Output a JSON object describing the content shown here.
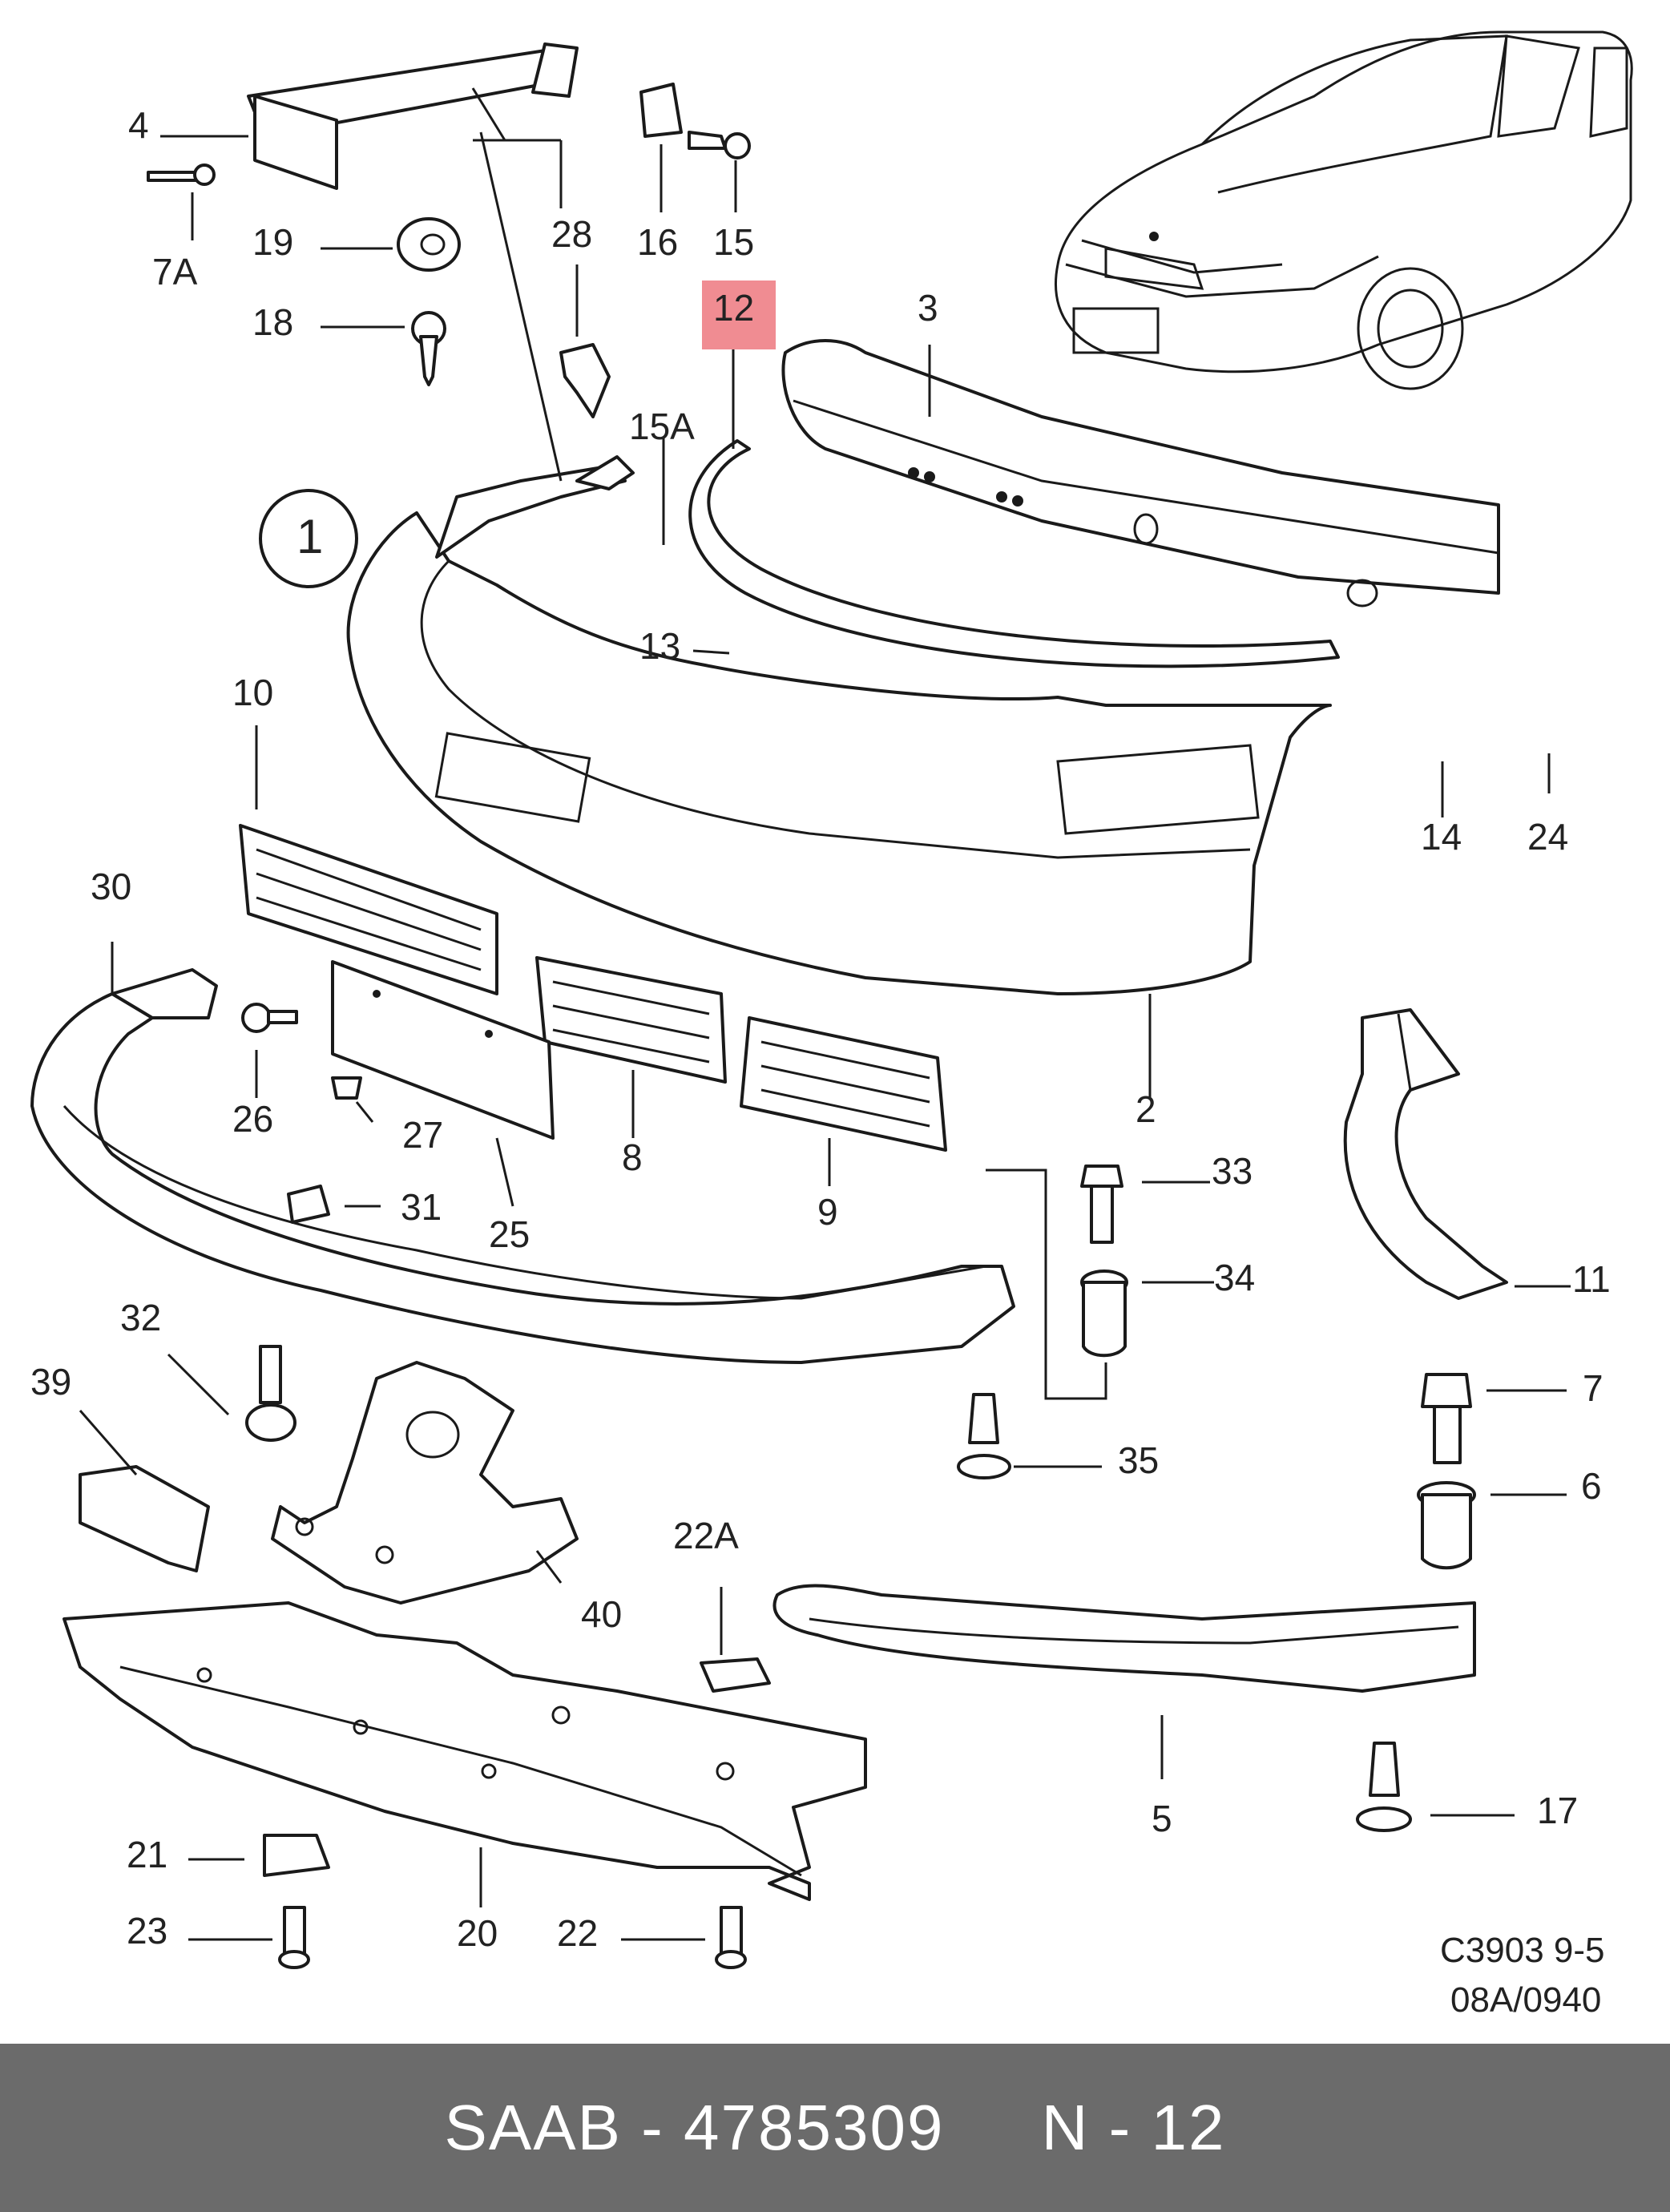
{
  "diagram": {
    "callouts": [
      {
        "id": "4",
        "label": "4"
      },
      {
        "id": "7A",
        "label": "7A"
      },
      {
        "id": "19",
        "label": "19"
      },
      {
        "id": "18",
        "label": "18"
      },
      {
        "id": "28",
        "label": "28"
      },
      {
        "id": "16",
        "label": "16"
      },
      {
        "id": "15",
        "label": "15"
      },
      {
        "id": "12",
        "label": "12"
      },
      {
        "id": "3",
        "label": "3"
      },
      {
        "id": "15A",
        "label": "15A"
      },
      {
        "id": "1",
        "label": "1"
      },
      {
        "id": "13",
        "label": "13"
      },
      {
        "id": "10",
        "label": "10"
      },
      {
        "id": "14",
        "label": "14"
      },
      {
        "id": "24",
        "label": "24"
      },
      {
        "id": "30",
        "label": "30"
      },
      {
        "id": "26",
        "label": "26"
      },
      {
        "id": "27",
        "label": "27"
      },
      {
        "id": "8",
        "label": "8"
      },
      {
        "id": "2",
        "label": "2"
      },
      {
        "id": "25",
        "label": "25"
      },
      {
        "id": "9",
        "label": "9"
      },
      {
        "id": "33",
        "label": "33"
      },
      {
        "id": "31",
        "label": "31"
      },
      {
        "id": "34",
        "label": "34"
      },
      {
        "id": "11",
        "label": "11"
      },
      {
        "id": "32",
        "label": "32"
      },
      {
        "id": "39",
        "label": "39"
      },
      {
        "id": "7",
        "label": "7"
      },
      {
        "id": "35",
        "label": "35"
      },
      {
        "id": "6",
        "label": "6"
      },
      {
        "id": "22A",
        "label": "22A"
      },
      {
        "id": "40",
        "label": "40"
      },
      {
        "id": "21",
        "label": "21"
      },
      {
        "id": "20",
        "label": "20"
      },
      {
        "id": "5",
        "label": "5"
      },
      {
        "id": "17",
        "label": "17"
      },
      {
        "id": "23",
        "label": "23"
      },
      {
        "id": "22",
        "label": "22"
      }
    ],
    "highlighted_part": "12",
    "highlight_color": "#f08c92",
    "ref_line1": "C3903 9-5",
    "ref_line2": "08A/0940"
  },
  "footer": {
    "text": "SAAB - 4785309     N - 12",
    "background": "#6b6b6b"
  }
}
